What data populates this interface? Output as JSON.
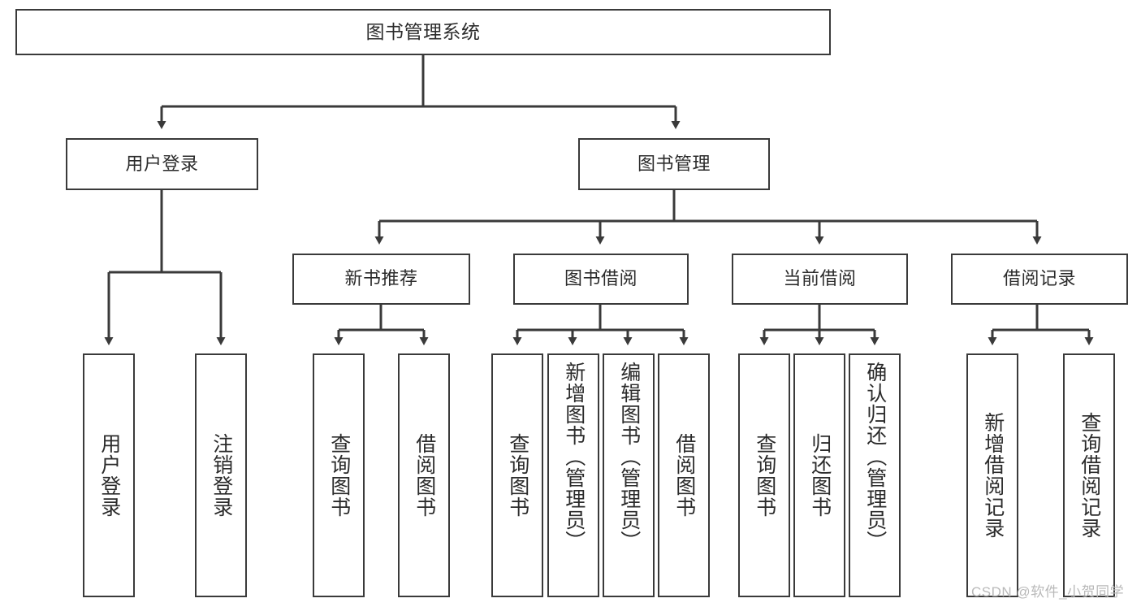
{
  "diagram": {
    "title": "图书管理系统",
    "type": "tree",
    "orientation": "top-down",
    "line_color": "#3a3a3a",
    "text_color": "#2b2b2b",
    "background_color": "#ffffff",
    "watermark": "CSDN @软件_小贺同学",
    "nodes": {
      "root": {
        "label": "图书管理系统"
      },
      "level1": [
        {
          "id": "user_login",
          "label": "用户登录"
        },
        {
          "id": "book_manage",
          "label": "图书管理"
        }
      ],
      "level2": [
        {
          "id": "new_book_rec",
          "label": "新书推荐",
          "parent": "book_manage"
        },
        {
          "id": "book_borrow",
          "label": "图书借阅",
          "parent": "book_manage"
        },
        {
          "id": "current_borrow",
          "label": "当前借阅",
          "parent": "book_manage"
        },
        {
          "id": "borrow_record",
          "label": "借阅记录",
          "parent": "book_manage"
        }
      ],
      "leaves": [
        {
          "id": "leaf_user_login",
          "label": "用户登录",
          "parent": "user_login"
        },
        {
          "id": "leaf_user_logout",
          "label": "注销登录",
          "parent": "user_login"
        },
        {
          "id": "leaf_query_book_1",
          "label": "查询图书",
          "parent": "new_book_rec"
        },
        {
          "id": "leaf_borrow_book_1",
          "label": "借阅图书",
          "parent": "new_book_rec"
        },
        {
          "id": "leaf_query_book_2",
          "label": "查询图书",
          "parent": "book_borrow"
        },
        {
          "id": "leaf_add_book",
          "label": "新增图书（管理员）",
          "parent": "book_borrow"
        },
        {
          "id": "leaf_edit_book",
          "label": "编辑图书（管理员）",
          "parent": "book_borrow"
        },
        {
          "id": "leaf_borrow_book_2",
          "label": "借阅图书",
          "parent": "book_borrow"
        },
        {
          "id": "leaf_query_book_3",
          "label": "查询图书",
          "parent": "current_borrow"
        },
        {
          "id": "leaf_return_book",
          "label": "归还图书",
          "parent": "current_borrow"
        },
        {
          "id": "leaf_confirm_return",
          "label": "确认归还（管理员）",
          "parent": "current_borrow"
        },
        {
          "id": "leaf_add_record",
          "label": "新增借阅记录",
          "parent": "borrow_record"
        },
        {
          "id": "leaf_query_record",
          "label": "查询借阅记录",
          "parent": "borrow_record"
        }
      ]
    }
  }
}
